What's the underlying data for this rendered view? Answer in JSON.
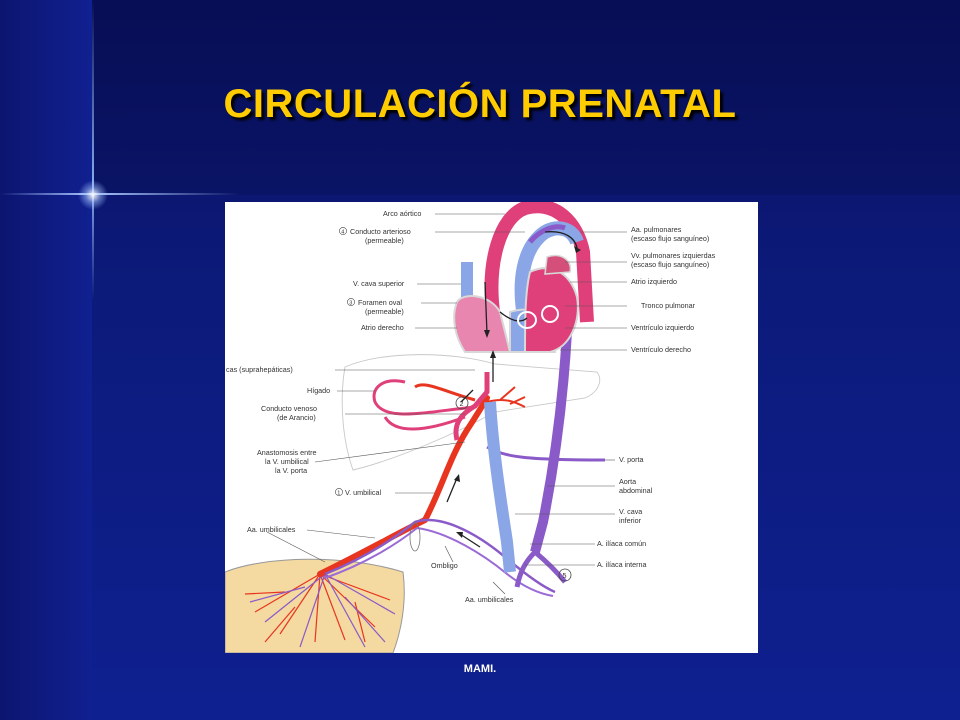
{
  "slide": {
    "title": "CIRCULACIÓN PRENATAL",
    "footer": "MAMI."
  },
  "diagram": {
    "labels_left": [
      {
        "marker": "",
        "text": "Arco aórtico"
      },
      {
        "marker": "4",
        "text": "Conducto arterioso"
      },
      {
        "marker": "",
        "text": "(permeable)"
      },
      {
        "marker": "",
        "text": "V. cava superior"
      },
      {
        "marker": "3",
        "text": "Foramen oval"
      },
      {
        "marker": "",
        "text": "(permeable)"
      },
      {
        "marker": "",
        "text": "Atrio derecho"
      },
      {
        "marker": "",
        "text": "cas (suprahepáticas)"
      },
      {
        "marker": "",
        "text": "Hígado"
      },
      {
        "marker": "",
        "text": "Conducto venoso"
      },
      {
        "marker": "",
        "text": "(de Arancio)"
      },
      {
        "marker": "",
        "text": "Anastomosis entre"
      },
      {
        "marker": "",
        "text": "la V. umbilical"
      },
      {
        "marker": "",
        "text": "la V. porta"
      },
      {
        "marker": "1",
        "text": "V. umbilical"
      },
      {
        "marker": "",
        "text": "Aa. umbilicales"
      }
    ],
    "labels_right": [
      {
        "text": "Aa. pulmonares"
      },
      {
        "text": "(escaso flujo sanguíneo)"
      },
      {
        "text": "Vv. pulmonares izquierdas"
      },
      {
        "text": "(escaso flujo sanguíneo)"
      },
      {
        "text": "Atrio izquierdo"
      },
      {
        "text": "Tronco pulmonar"
      },
      {
        "text": "Ventrículo izquierdo"
      },
      {
        "text": "Ventrículo derecho"
      },
      {
        "text": "V. porta"
      },
      {
        "text": "Aorta"
      },
      {
        "text": "abdominal"
      },
      {
        "text": "V. cava"
      },
      {
        "text": "inferior"
      },
      {
        "text": "A. ilíaca común"
      },
      {
        "text": "A. ilíaca interna"
      }
    ],
    "labels_bottom": [
      {
        "text": "Ombligo"
      },
      {
        "text": "Aa. umbilicales"
      }
    ],
    "circle_markers": [
      "2",
      "5"
    ],
    "colors": {
      "oxygenated": "#e8351f",
      "mixed": "#e0407a",
      "deoxygenated": "#8a5ac8",
      "venous_blue": "#8aa6e6",
      "placenta": "#f4d9a0"
    }
  }
}
